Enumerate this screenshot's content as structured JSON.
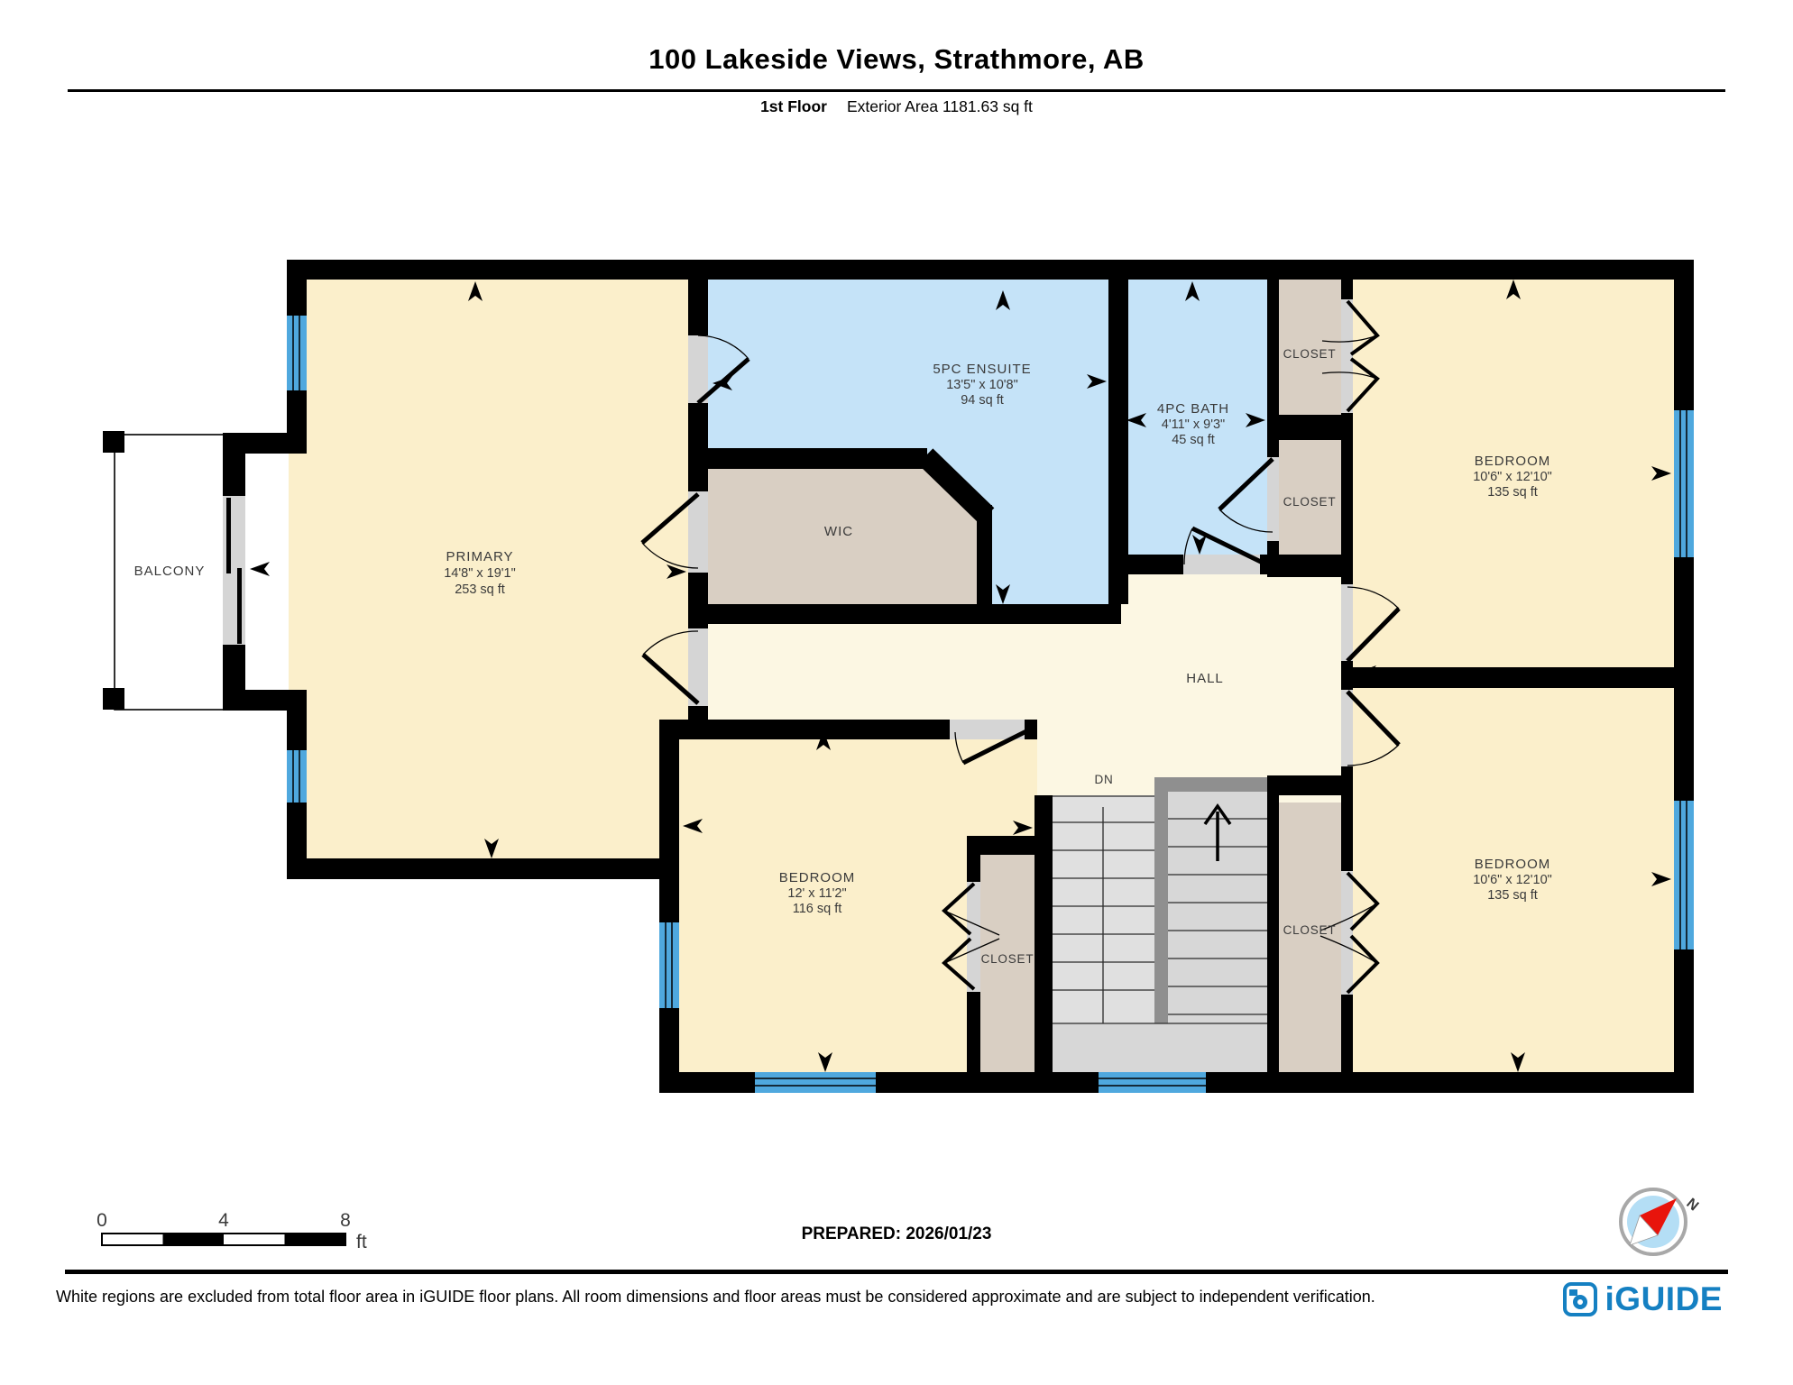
{
  "header": {
    "title": "100 Lakeside Views, Strathmore, AB",
    "floor_label": "1st Floor",
    "area_label": "Exterior Area 1181.63 sq ft"
  },
  "rooms": {
    "primary": {
      "name": "PRIMARY",
      "dims": "14'8\" x 19'1\"",
      "area": "253 sq ft"
    },
    "ensuite": {
      "name": "5PC ENSUITE",
      "dims": "13'5\" x 10'8\"",
      "area": "94 sq ft"
    },
    "bath": {
      "name": "4PC BATH",
      "dims": "4'11\" x 9'3\"",
      "area": "45 sq ft"
    },
    "bedroom_top_right": {
      "name": "BEDROOM",
      "dims": "10'6\" x 12'10\"",
      "area": "135 sq ft"
    },
    "bedroom_bottom_right": {
      "name": "BEDROOM",
      "dims": "10'6\" x 12'10\"",
      "area": "135 sq ft"
    },
    "bedroom_bottom_left": {
      "name": "BEDROOM",
      "dims": "12' x 11'2\"",
      "area": "116 sq ft"
    },
    "wic": {
      "name": "WIC"
    },
    "hall": {
      "name": "HALL"
    },
    "balcony": {
      "name": "BALCONY"
    },
    "closet": {
      "name": "CLOSET"
    },
    "stairs_dn": {
      "name": "DN"
    }
  },
  "footer": {
    "prepared": "PREPARED: 2026/01/23",
    "disclaimer": "White regions are excluded from total floor area in iGUIDE floor plans. All room dimensions and floor areas must be considered approximate and are subject to independent verification.",
    "scale": {
      "tick0": "0",
      "tick4": "4",
      "tick8": "8",
      "unit": "ft"
    },
    "compass": {
      "north": "N"
    },
    "brand": "iGUIDE"
  },
  "colors": {
    "room_fill": "#FBEFCB",
    "hall_fill": "#FCF7E3",
    "wet_fill": "#C5E3F8",
    "closet_fill": "#D9CFC3",
    "window": "#4FA8DE",
    "brand_blue": "#1580C2"
  }
}
